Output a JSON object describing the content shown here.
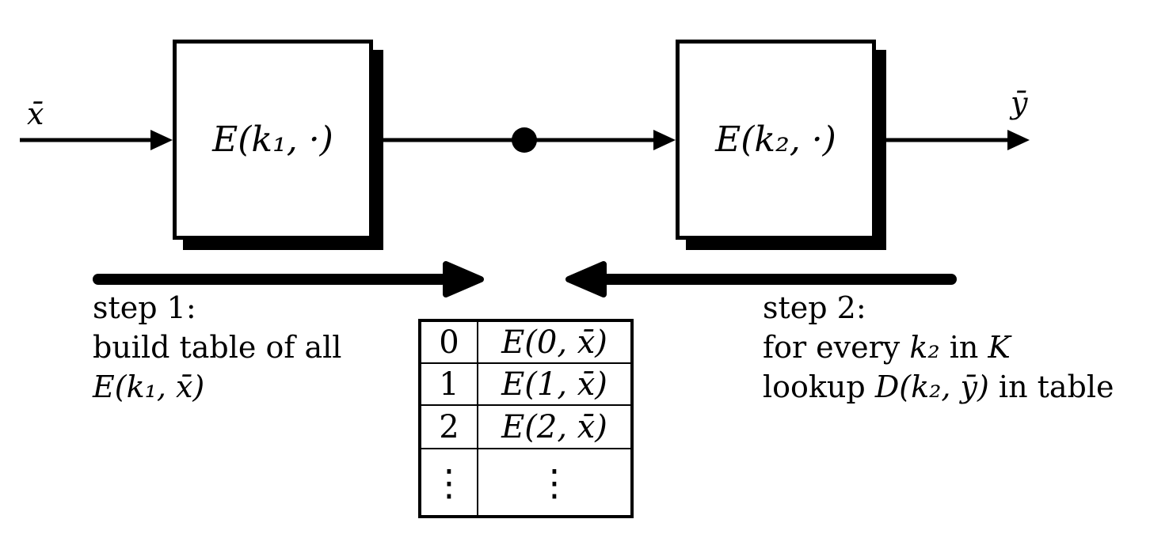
{
  "colors": {
    "ink": "#000000",
    "paper": "#ffffff"
  },
  "io": {
    "input_label": "x̄",
    "output_label": "ȳ"
  },
  "boxes": {
    "box1_label": "E(k₁, ·)",
    "box2_label": "E(k₂, ·)"
  },
  "step1": {
    "line1": "step 1:",
    "line2": "build table of all",
    "line3_math": "E(k₁, x̄)"
  },
  "step2": {
    "line1": "step 2:",
    "line2_pre": "for every ",
    "line2_key": "k₂",
    "line2_mid": " in ",
    "line2_set": "K",
    "line3_pre": "lookup ",
    "line3_math": "D(k₂, ȳ)",
    "line3_post": " in table"
  },
  "table": {
    "rows": [
      {
        "key": "0",
        "value": "E(0, x̄)"
      },
      {
        "key": "1",
        "value": "E(1, x̄)"
      },
      {
        "key": "2",
        "value": "E(2, x̄)"
      },
      {
        "key": "⋮",
        "value": "⋮"
      }
    ]
  }
}
